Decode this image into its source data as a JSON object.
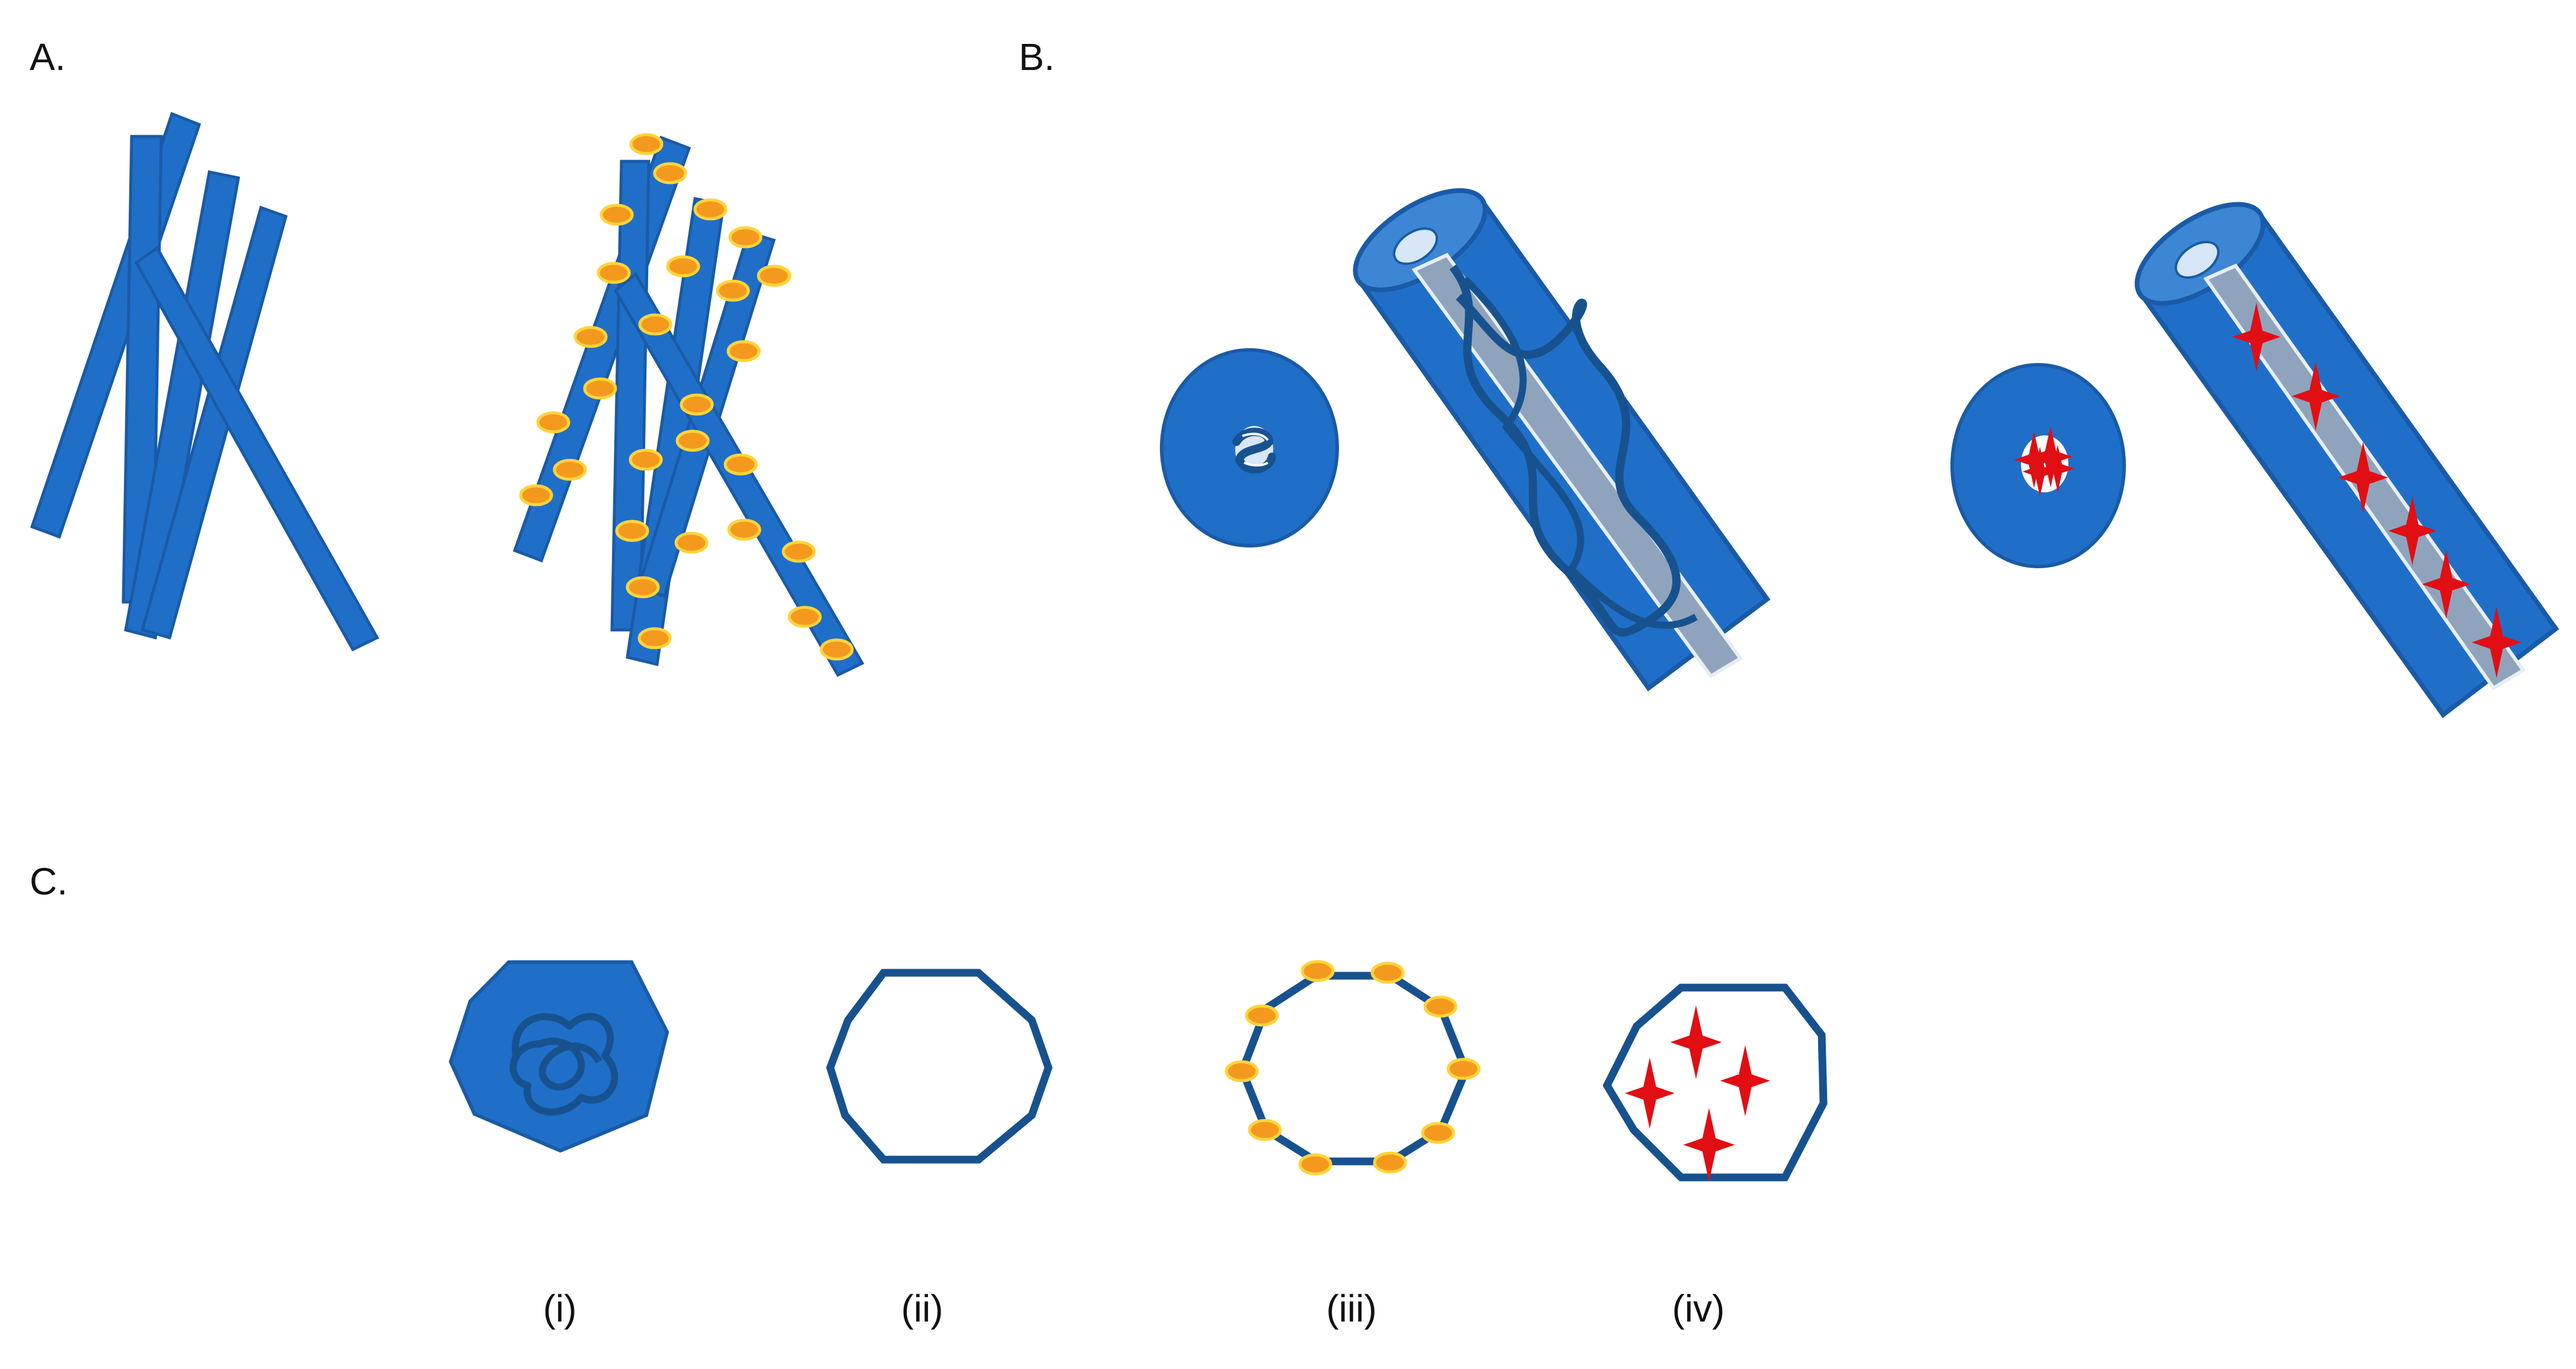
{
  "colors": {
    "fiber_blue": "#1f6fc8",
    "fiber_outline": "#1a5aa6",
    "dark_blue": "#17528f",
    "lumen_gray": "#8fa4bc",
    "cap_light": "#d8e7f7",
    "particle_orange": "#f39a1e",
    "particle_yellow_edge": "#ffd43b",
    "star_red": "#e10e14",
    "background": "#ffffff"
  },
  "panels": {
    "a": {
      "label": "A."
    },
    "b": {
      "label": "B."
    },
    "c": {
      "label": "C."
    }
  },
  "captions": {
    "i": "(i)",
    "ii": "(ii)",
    "iii": "(iii)",
    "iv": "(iv)"
  },
  "icons": {
    "fiber": "fiber-rod",
    "particle": "nanoparticle-dot",
    "hollow_fiber": "hollow-cylinder",
    "cargo_strand": "helix-strand",
    "cargo_star": "sparkle-star",
    "cross_section": "octagon-cross-section"
  }
}
